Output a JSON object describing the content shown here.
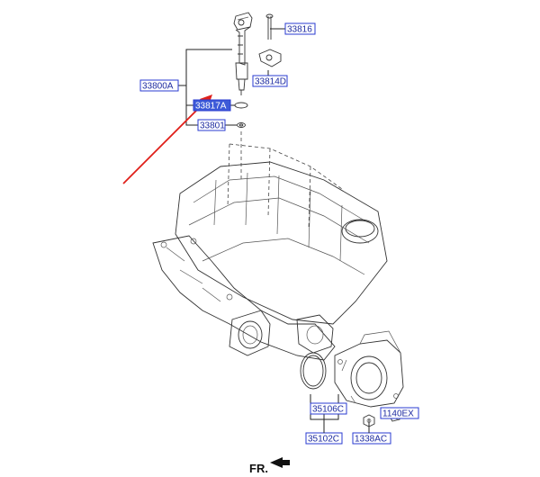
{
  "parts": {
    "p33816": "33816",
    "p33814D": "33814D",
    "p33800A": "33800A",
    "p33817A": "33817A",
    "p33801": "33801",
    "p35106C": "35106C",
    "p35102C": "35102C",
    "p1338AC": "1338AC",
    "p1140EX": "1140EX"
  },
  "direction": {
    "label": "FR."
  },
  "colors": {
    "label_border": "#2a3bd0",
    "highlight_fill": "#3d5bd8",
    "arrow": "#e0201a"
  },
  "icons": {
    "direction_arrow": "fr-arrow-icon",
    "pointer_arrow": "red-pointer-arrow-icon"
  }
}
